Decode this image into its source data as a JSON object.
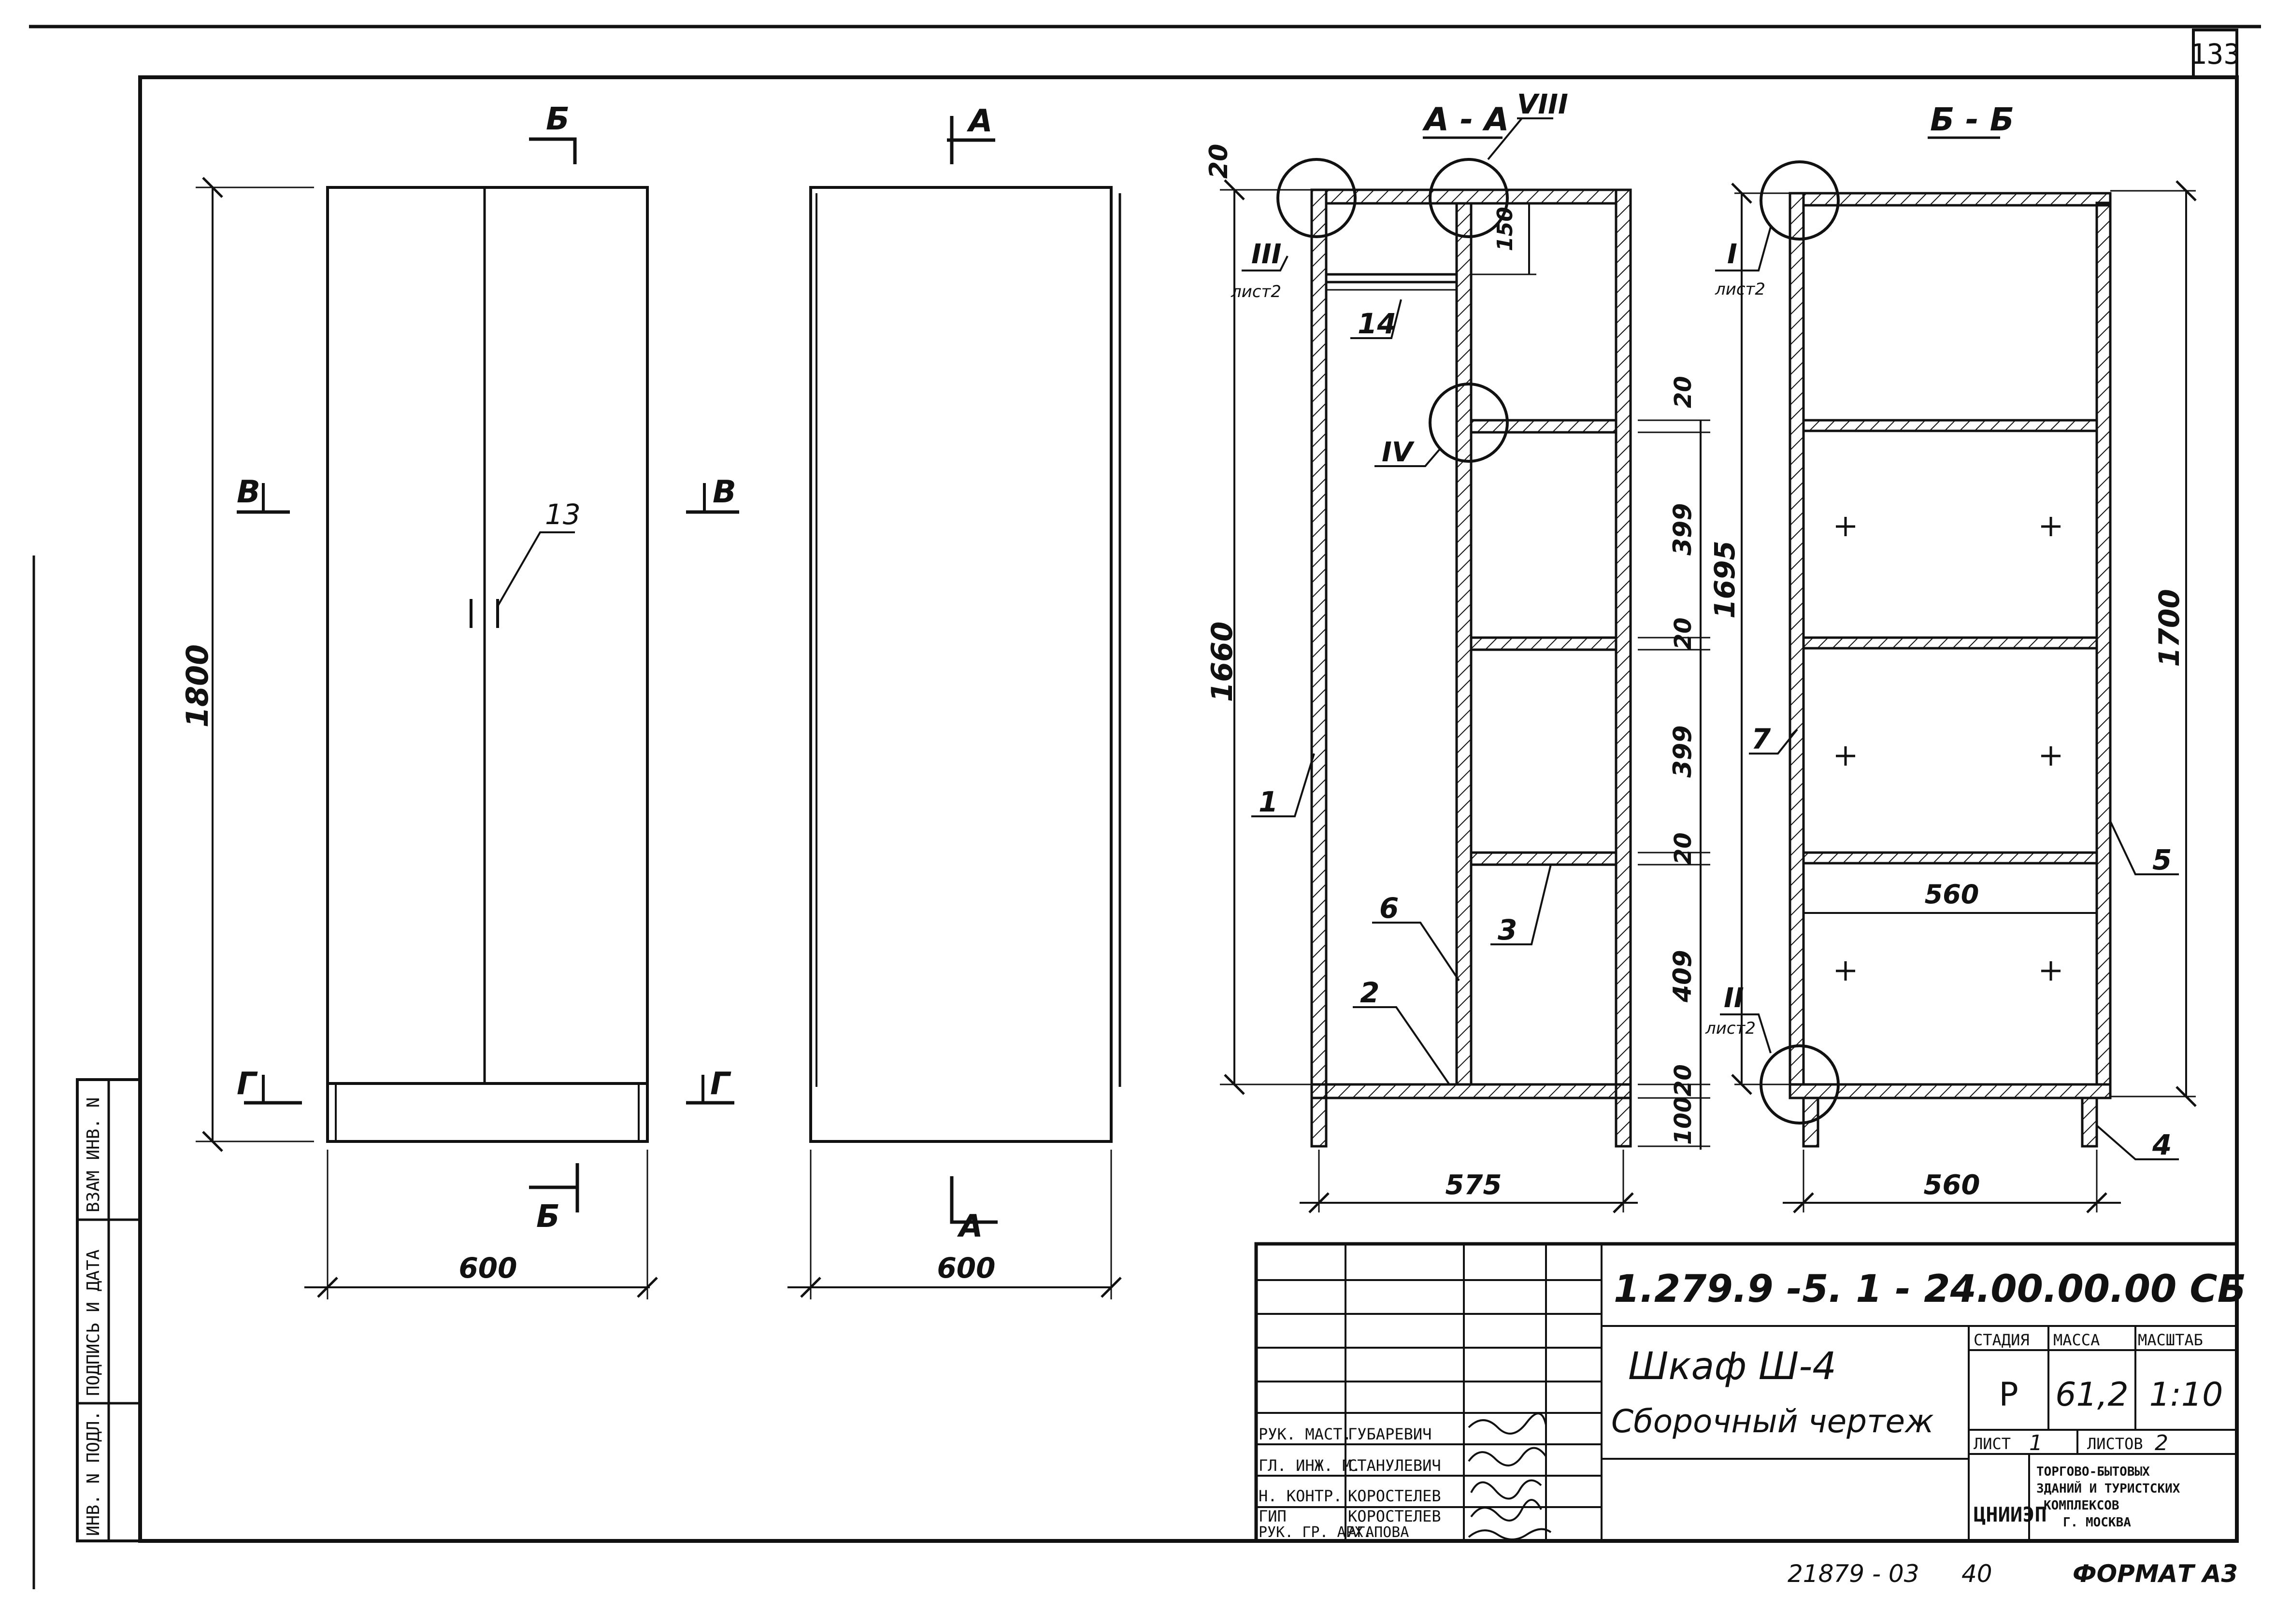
{
  "sheet": {
    "sheet_number": "133",
    "bottom_note": "21879 - 03",
    "bottom_note2": "40",
    "format": "ФОРМАТ А3"
  },
  "views": {
    "front": {
      "cut_top": "Б",
      "cut_bottom": "Б",
      "cut_left_v": "В",
      "cut_right_v": "В",
      "cut_left_g": "Г",
      "cut_right_g": "Г",
      "height_dim": "1800",
      "width_dim": "600",
      "callout_13": "13"
    },
    "side": {
      "cut_top": "А",
      "cut_bottom": "А",
      "width_dim": "600"
    },
    "section_aa": {
      "title": "А - А",
      "node_8": "VIII",
      "node_3": "III",
      "node_3_sheet": "лист2",
      "node_4": "IV",
      "dim_top": "20",
      "dim_150": "150",
      "dim_height": "1660",
      "shelf_dims": [
        "20",
        "399",
        "20",
        "399",
        "20",
        "409",
        "20",
        "100"
      ],
      "width_dim": "575",
      "callouts": [
        "1",
        "2",
        "3",
        "6",
        "14"
      ]
    },
    "section_bb": {
      "title": "Б - Б",
      "node_1": "I",
      "node_1_sheet": "лист2",
      "node_2": "II",
      "node_2_sheet": "лист2",
      "dim_1695": "1695",
      "dim_1700": "1700",
      "inner_dim": "560",
      "width_dim": "560",
      "callouts": [
        "4",
        "5",
        "7"
      ]
    }
  },
  "stamp": {
    "designation": "1.279.9 -5. 1 - 24.00.00.00 СБ",
    "title_line1": "Шкаф Ш-4",
    "title_line2": "Сборочный чертеж",
    "col_stage": "СТАДИЯ",
    "col_mass": "МАССА",
    "col_scale": "МАСШТАБ",
    "stage": "Р",
    "mass": "61,2",
    "scale": "1:10",
    "sheet_label": "ЛИСТ",
    "sheet_value": "1",
    "sheets_label": "ЛИСТОВ",
    "sheets_value": "2",
    "org_logo": "ЦНИИЭП",
    "org_name": [
      "ТОРГОВО-БЫТОВЫХ",
      "ЗДАНИЙ И ТУРИСТСКИХ",
      "КОМПЛЕКСОВ",
      "Г. МОСКВА"
    ],
    "people": [
      {
        "role": "РУК. МАСТ.",
        "name": "ГУБАРЕВИЧ"
      },
      {
        "role": "ГЛ. ИНЖ. М.",
        "name": "СТАНУЛЕВИЧ"
      },
      {
        "role": "Н. КОНТР.",
        "name": "КОРОСТЕЛЕВ"
      },
      {
        "role": "ГИП",
        "name": "КОРОСТЕЛЕВ"
      },
      {
        "role": "РУК. ГР. АРХ.",
        "name": "АГАПОВА"
      }
    ]
  },
  "side_stamp": [
    "ИНВ. N ПОДЛ.",
    "ПОДПИСЬ И ДАТА",
    "ВЗАМ ИНВ. N"
  ]
}
